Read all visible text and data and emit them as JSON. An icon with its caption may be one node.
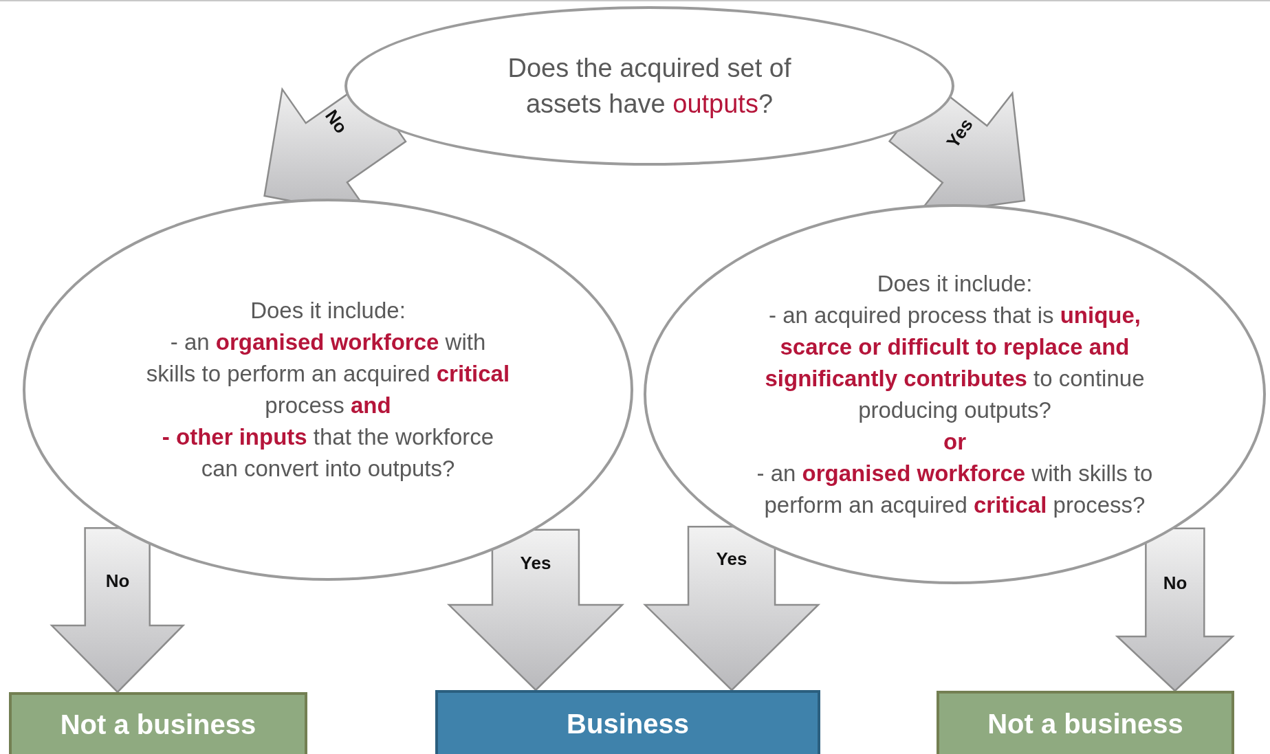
{
  "diagram": {
    "nodes": [
      {
        "text": [
          "Does the acquired set of assets have *outputs*?"
        ]
      },
      {
        "text": [
          "Does it include:",
          "- an **organised workforce** with skills to perform an acquired **critical** process **and**",
          "**-  other inputs** that the workforce can convert into outputs?"
        ]
      },
      {
        "text": [
          "Does it include:",
          "- an acquired process that is **unique, scarce or difficult to replace and significantly contributes** to continue producing outputs?",
          "**or**",
          "- an **organised workforce** with skills to perform an acquired **critical** process?"
        ]
      },
      {
        "text": [
          "Not a business"
        ]
      },
      {
        "text": [
          "Business"
        ]
      },
      {
        "text": [
          "Not a business"
        ]
      }
    ],
    "edges": [
      {
        "from": 0,
        "to": 1,
        "arrow": "to",
        "label": "No"
      },
      {
        "from": 0,
        "to": 2,
        "arrow": "to",
        "label": "Yes"
      },
      {
        "from": 1,
        "to": 3,
        "arrow": "to",
        "label": "No"
      },
      {
        "from": 1,
        "to": 4,
        "arrow": "to",
        "label": "Yes"
      },
      {
        "from": 2,
        "to": 4,
        "arrow": "to",
        "label": "Yes"
      },
      {
        "from": 2,
        "to": 5,
        "arrow": "to",
        "label": "No"
      }
    ]
  }
}
